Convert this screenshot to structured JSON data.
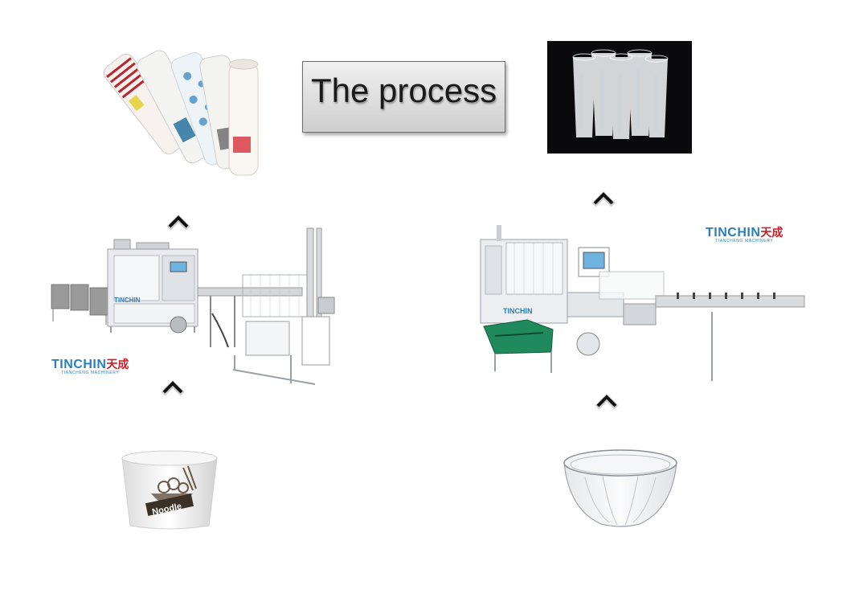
{
  "title": "The process",
  "logos": [
    {
      "main": "TINCHIN",
      "cn": "天成",
      "sub": "TIANCHENG MACHINERY"
    },
    {
      "main": "TINCHIN",
      "cn": "天成",
      "sub": "TIANCHENG MACHINERY"
    }
  ],
  "machine_labels": [
    "TINCHIN",
    "TINCHIN"
  ],
  "paper_bowl": {
    "print": "Noodle"
  },
  "icons": {
    "arrow": "chevron-up-icon"
  }
}
